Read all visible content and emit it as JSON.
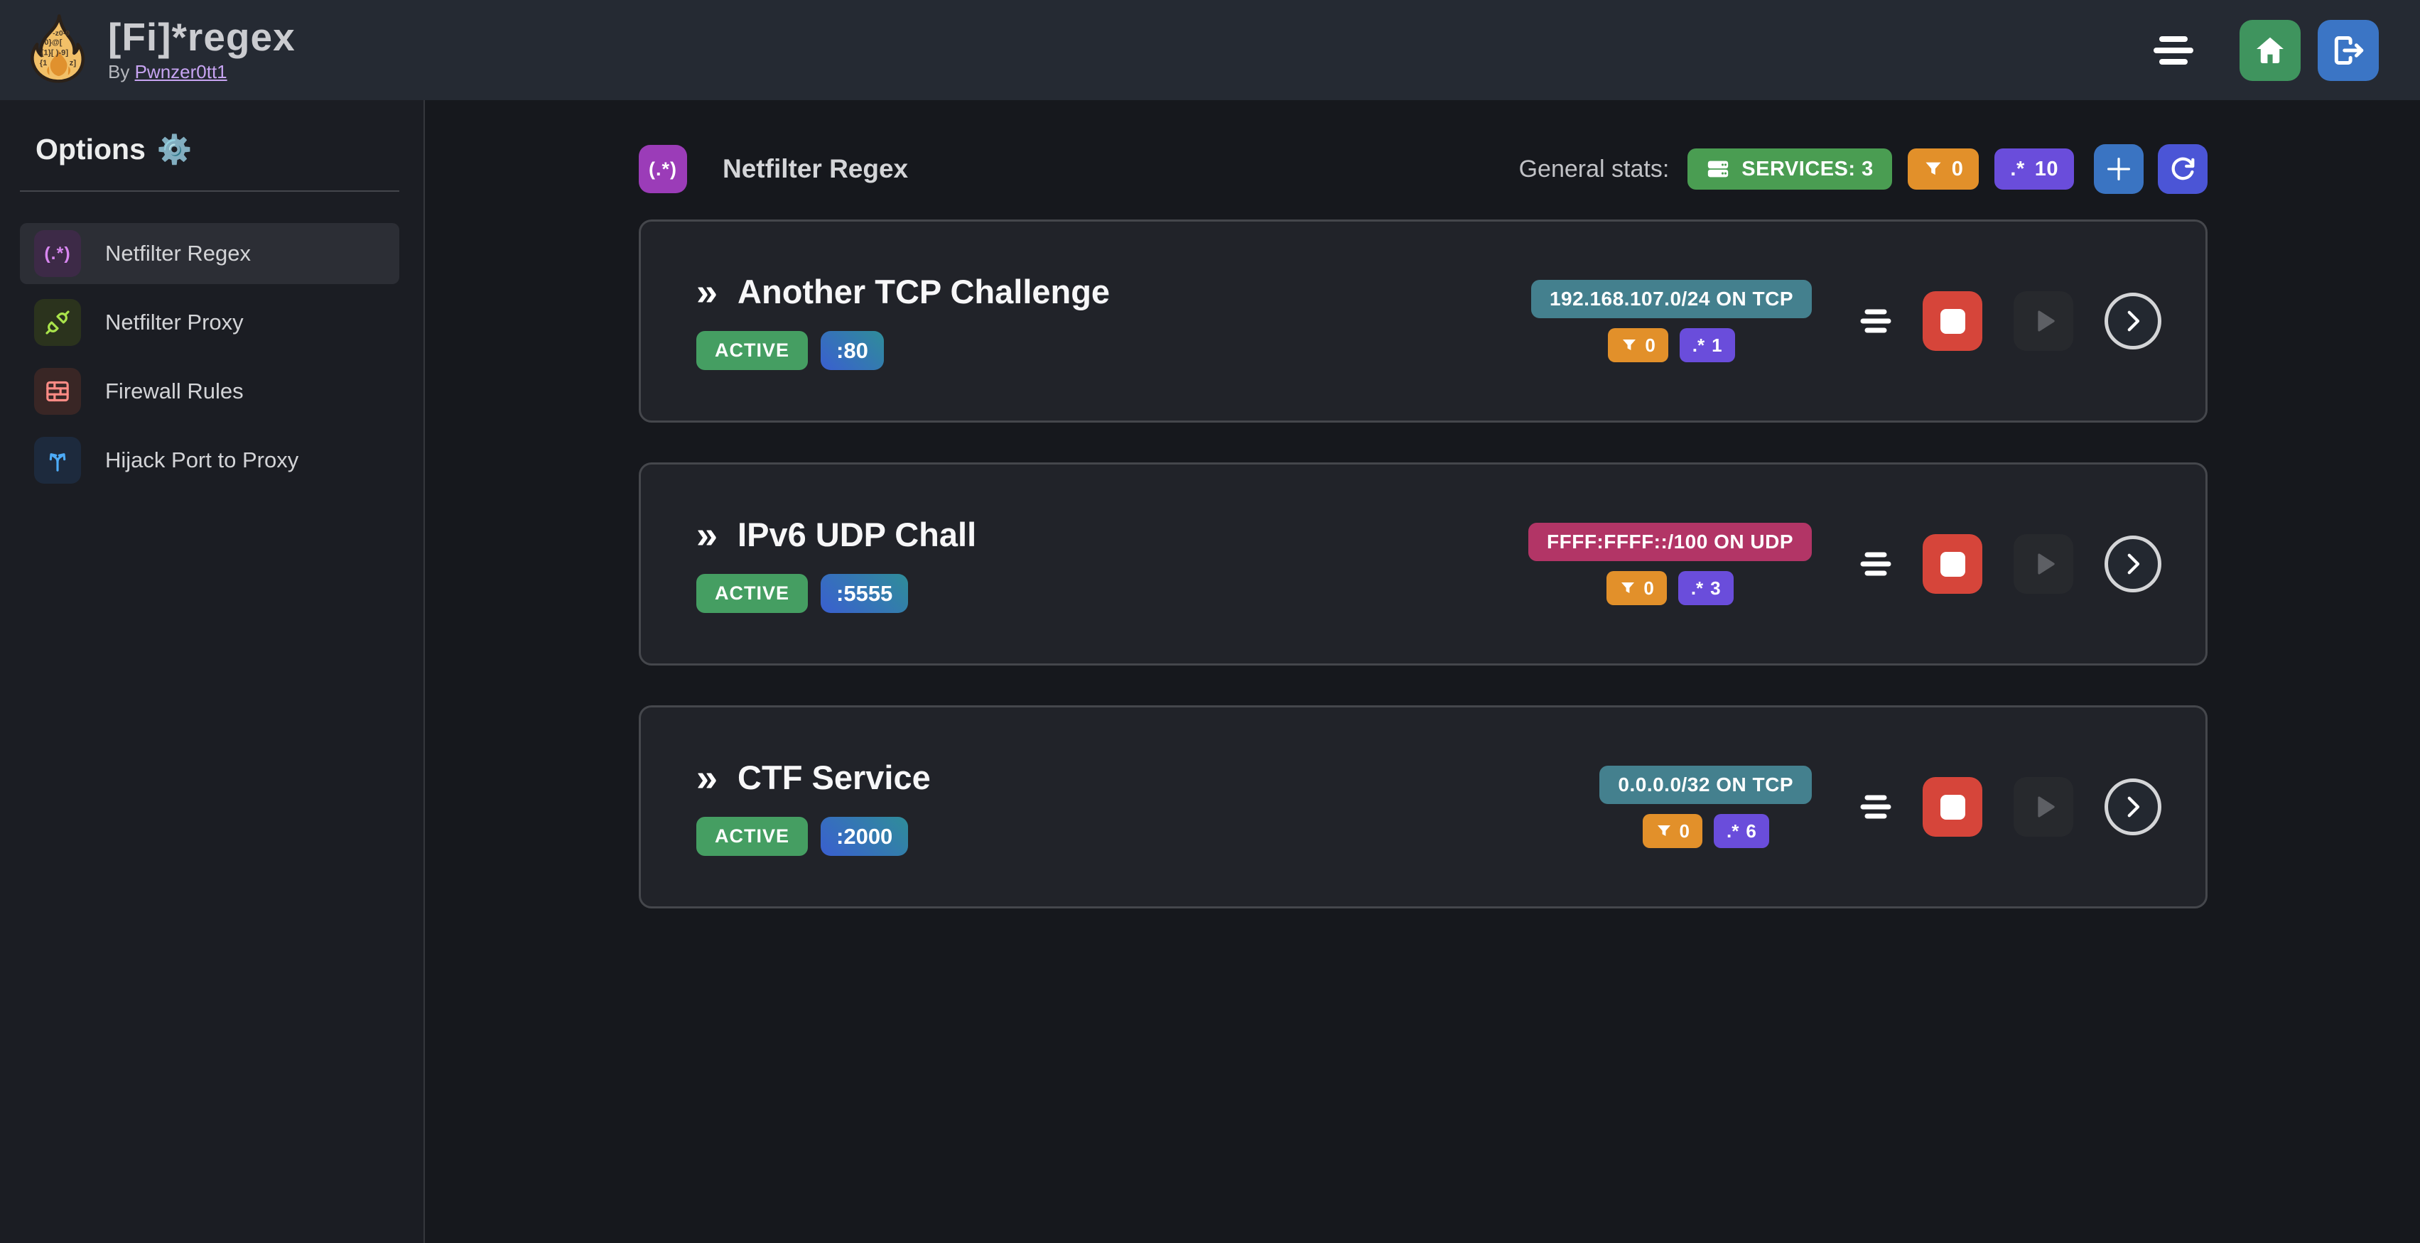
{
  "app": {
    "title": "[Fi]*regex",
    "byline_prefix": "By",
    "author": "Pwnzer0tt1"
  },
  "sidebar": {
    "title": "Options",
    "items": [
      {
        "label": "Netfilter Regex",
        "selected": true
      },
      {
        "label": "Netfilter Proxy",
        "selected": false
      },
      {
        "label": "Firewall Rules",
        "selected": false
      },
      {
        "label": "Hijack Port to Proxy",
        "selected": false
      }
    ]
  },
  "main": {
    "title": "Netfilter Regex",
    "stats_label": "General stats:",
    "services_badge": "SERVICES: 3",
    "filters_count": "0",
    "regex_count": "10"
  },
  "services": [
    {
      "name": "Another TCP Challenge",
      "status": "ACTIVE",
      "port": ":80",
      "address": "192.168.107.0/24 ON TCP",
      "variant": "teal",
      "filters": "0",
      "regexes": "1"
    },
    {
      "name": "IPv6 UDP Chall",
      "status": "ACTIVE",
      "port": ":5555",
      "address": "FFFF:FFFF::/100 ON UDP",
      "variant": "pink",
      "filters": "0",
      "regexes": "3"
    },
    {
      "name": "CTF Service",
      "status": "ACTIVE",
      "port": ":2000",
      "address": "0.0.0.0/32 ON TCP",
      "variant": "teal",
      "filters": "0",
      "regexes": "6"
    }
  ],
  "icons": {
    "regex_paren": "(.*)",
    "regex": ".*",
    "chevrons": "»",
    "gear": "⚙️"
  },
  "colors": {
    "topbar_bg": "#252a33",
    "page_bg": "#16181d",
    "sidebar_bg": "#1b1d23",
    "card_bg": "#212329",
    "card_border": "#45474c",
    "accent_green": "#4a9d52",
    "accent_orange": "#e2902a",
    "accent_violet": "#6a4ddb",
    "accent_teal": "#44808e",
    "accent_pink": "#b23566",
    "accent_blue": "#3a74c2",
    "accent_indigo": "#4b55d6",
    "accent_red": "#d6453a",
    "status_green": "#459e62",
    "link_purple": "#c7a4f2",
    "home_green": "#3f945e",
    "logout_blue": "#3b75c5",
    "regex_icon_purple": "#9b3cb8"
  }
}
